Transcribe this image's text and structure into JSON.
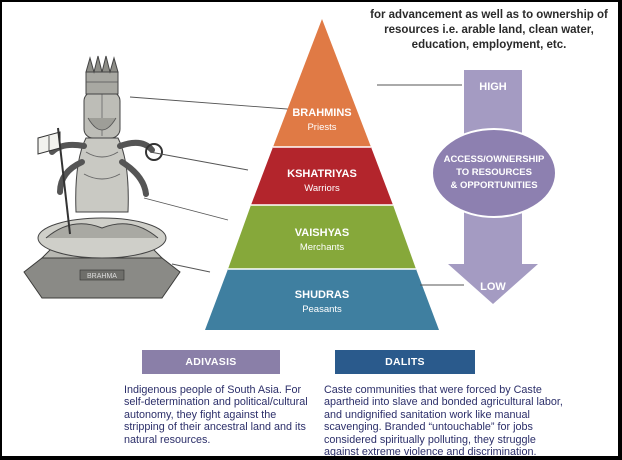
{
  "caption": "for advancement as well as to ownership of\nresources i.e. arable land, clean water,\neducation, employment, etc.",
  "pyramid": [
    {
      "name": "BRAHMINS",
      "role": "Priests",
      "color": "#e07a45"
    },
    {
      "name": "KSHATRIYAS",
      "role": "Warriors",
      "color": "#b3252c"
    },
    {
      "name": "VAISHYAS",
      "role": "Merchants",
      "color": "#86a83a"
    },
    {
      "name": "SHUDRAS",
      "role": "Peasants",
      "color": "#3f7fa0"
    }
  ],
  "scale": {
    "high": "HIGH",
    "low": "LOW",
    "oval_line1": "ACCESS/OWNERSHIP",
    "oval_line2": "TO RESOURCES",
    "oval_line3": "& OPPORTUNITIES",
    "arrow_color": "#a49bc2",
    "oval_color": "#8d80b0"
  },
  "statue": {
    "base_label": "BRAHMA"
  },
  "adivasis": {
    "title": "ADIVASIS",
    "color": "#8a7fa8",
    "text": "Indigenous people of South Asia. For self-determination and political/cultural autonomy, they fight against the stripping of their ancestral land and its natural resources."
  },
  "dalits": {
    "title": "DALITS",
    "color": "#2a5a8c",
    "text": "Caste communities that were forced by Caste apartheid into slave and bonded agricultural labor, and undignified sanitation work like manual scavenging. Branded “untouchable” for jobs considered spiritually polluting, they struggle against extreme violence and discrimination."
  }
}
